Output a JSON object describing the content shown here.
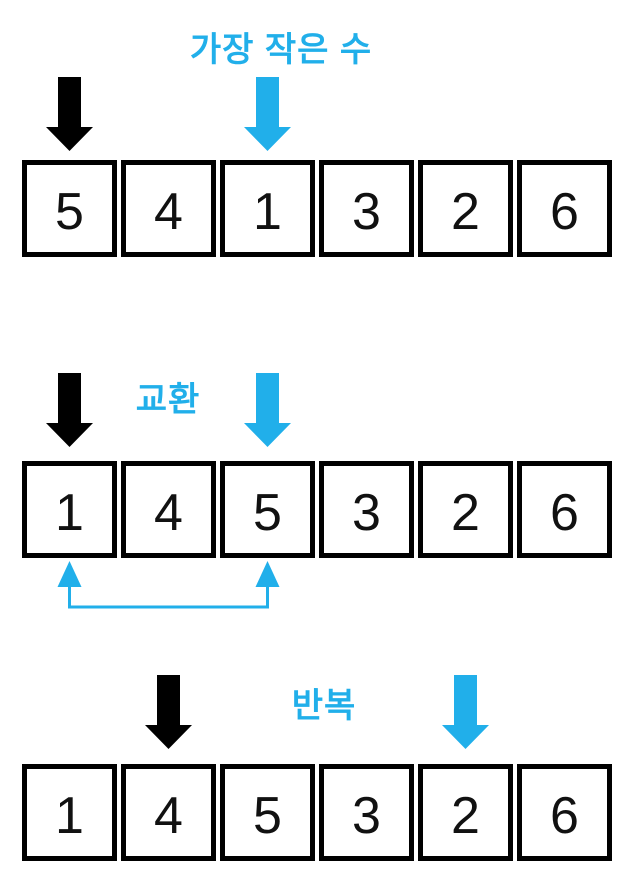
{
  "diagram": {
    "topic": "selection-sort-steps",
    "colors": {
      "accent_blue": "#21AFEA",
      "arrow_black": "#000000",
      "cell_border": "#000000",
      "background": "#FFFFFF"
    },
    "icons": {
      "black_arrow": "down-arrow",
      "blue_arrow": "down-arrow",
      "swap_connector": "u-bracket-with-two-up-arrows"
    },
    "steps": [
      {
        "label": "가장 작은 수",
        "cells": [
          "5",
          "4",
          "1",
          "3",
          "2",
          "6"
        ],
        "black_arrow_cell_index": 0,
        "blue_arrow_cell_index": 2
      },
      {
        "label": "교환",
        "cells": [
          "1",
          "4",
          "5",
          "3",
          "2",
          "6"
        ],
        "black_arrow_cell_index": 0,
        "blue_arrow_cell_index": 2,
        "swap_between_cell_indexes": [
          0,
          2
        ]
      },
      {
        "label": "반복",
        "cells": [
          "1",
          "4",
          "5",
          "3",
          "2",
          "6"
        ],
        "black_arrow_cell_index": 1,
        "blue_arrow_cell_index": 4
      }
    ]
  }
}
